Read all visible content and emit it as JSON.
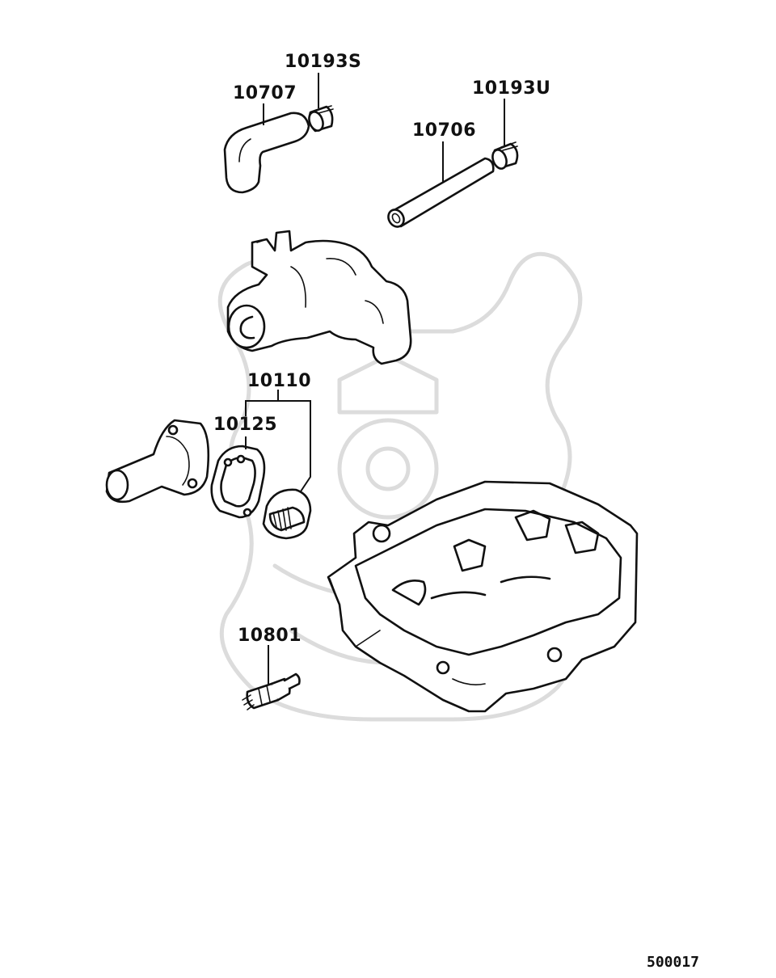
{
  "diagram": {
    "part_labels": {
      "hose_s": "10193S",
      "hose_main": "10707",
      "hose_u": "10193U",
      "pipe": "10706",
      "thermostat_set": "10110",
      "gasket": "10125",
      "sensor": "10801"
    },
    "figure_code": "500017"
  }
}
